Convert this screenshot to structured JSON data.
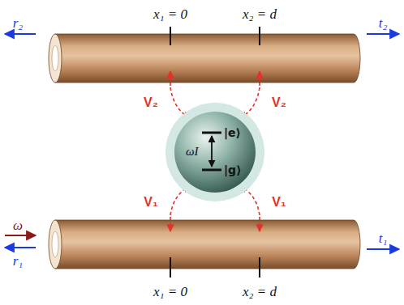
{
  "diagram": {
    "nodes": [
      {
        "text": [
          "|e⟩",
          "|g⟩",
          "ωI"
        ]
      }
    ],
    "labels": [
      "x₁ = 0",
      "x₂ = d",
      "r₂",
      "t₂",
      "V₂",
      "V₂",
      "V₁",
      "V₁",
      "ω",
      "r₁",
      "t₁",
      "x₁ = 0",
      "x₂ = d"
    ]
  }
}
